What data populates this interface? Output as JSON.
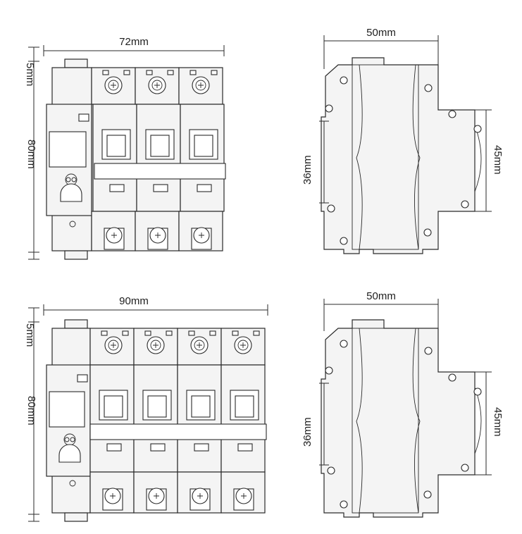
{
  "views": {
    "three_pole": {
      "front": {
        "width": "72mm",
        "top_offset": "5mm",
        "height": "80mm",
        "poles": 3
      },
      "side": {
        "depth": "50mm",
        "rail": "36mm",
        "face": "45mm"
      }
    },
    "four_pole": {
      "front": {
        "width": "90mm",
        "top_offset": "5mm",
        "height": "80mm",
        "poles": 4
      },
      "side": {
        "depth": "50mm",
        "rail": "36mm",
        "face": "45mm"
      }
    }
  },
  "colors": {
    "line": "#2a2a2a",
    "fill": "#f4f4f4",
    "background": "#ffffff"
  }
}
